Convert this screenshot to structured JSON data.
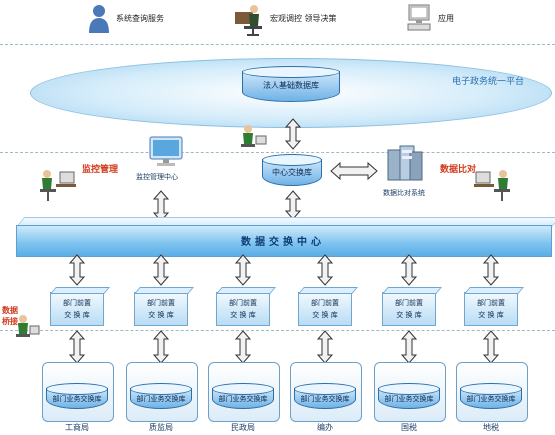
{
  "top_bar": {
    "items": [
      {
        "icon": "user-icon",
        "label": "系统查询服务"
      },
      {
        "icon": "leader-icon",
        "label": "宏观调控 领导决策"
      },
      {
        "icon": "computer-icon",
        "label": "应用"
      }
    ]
  },
  "platform": {
    "label": "电子政务统一平台",
    "database": "法人基础数据库"
  },
  "middle": {
    "monitor_title": "监控管理",
    "monitor_center": "监控管理中心",
    "central_db": "中心交换库",
    "compare_title": "数据比对",
    "compare_system": "数据比对系统"
  },
  "exchange_center": "数据交换中心",
  "left_vertical_label": [
    "数据",
    "桥接"
  ],
  "front_boxes": [
    {
      "line1": "部门前置",
      "line2": "交 换 库"
    },
    {
      "line1": "部门前置",
      "line2": "交 换 库"
    },
    {
      "line1": "部门前置",
      "line2": "交 换 库"
    },
    {
      "line1": "部门前置",
      "line2": "交 换 库"
    },
    {
      "line1": "部门前置",
      "line2": "交 换 库"
    },
    {
      "line1": "部门前置",
      "line2": "交 换 库"
    }
  ],
  "departments": [
    {
      "db": "部门业务交换库",
      "name": "工商局"
    },
    {
      "db": "部门业务交换库",
      "name": "质监局"
    },
    {
      "db": "部门业务交换库",
      "name": "民政局"
    },
    {
      "db": "部门业务交换库",
      "name": "编办"
    },
    {
      "db": "部门业务交换库",
      "name": "国税"
    },
    {
      "db": "部门业务交换库",
      "name": "地税"
    }
  ],
  "colors": {
    "accent_red": "#d2391a",
    "platform_text": "#2a6fb0",
    "band": "#7cc2ef"
  }
}
